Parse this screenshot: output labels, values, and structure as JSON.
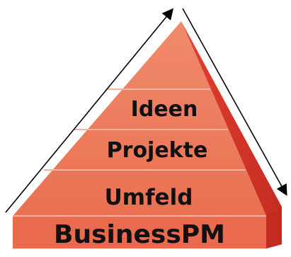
{
  "pyramid": {
    "levels": [
      {
        "label": "Ideen"
      },
      {
        "label": "Projekte"
      },
      {
        "label": "Umfeld"
      },
      {
        "label": "BusinessPM"
      }
    ],
    "colors": {
      "front": "#ed7c5c",
      "front_top": "#f2957a",
      "side": "#d9352b",
      "side_dark": "#b8271f",
      "base": "#e8684c",
      "divider": "#f4a58d",
      "arrow": "#000000"
    }
  }
}
